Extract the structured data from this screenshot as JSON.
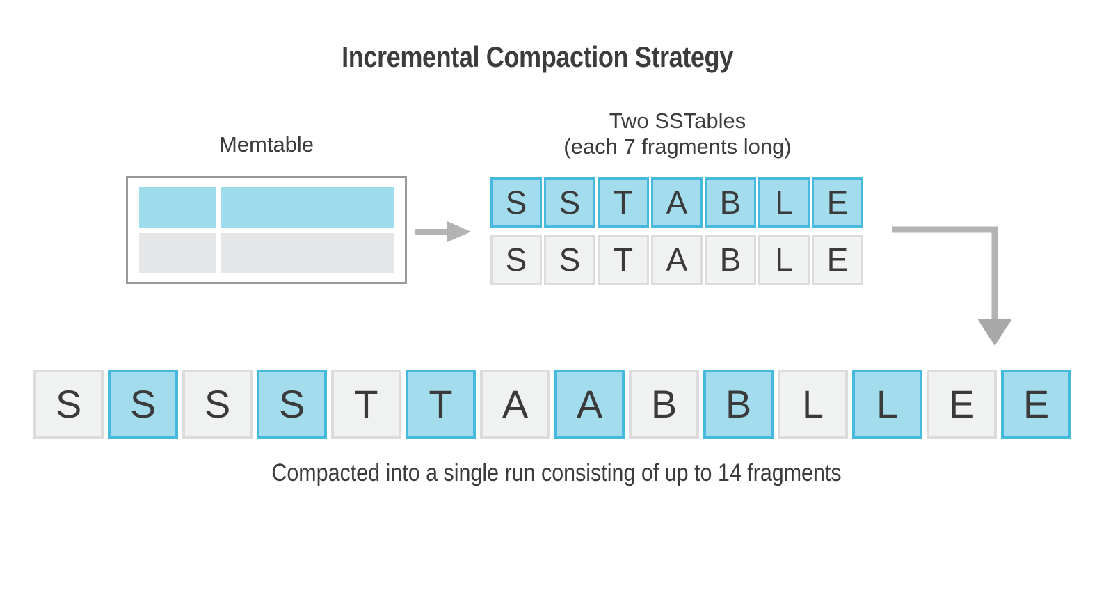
{
  "title": "Incremental Compaction Strategy",
  "memtable": {
    "label": "Memtable",
    "cells": [
      {
        "fill": "blue",
        "span": "narrow"
      },
      {
        "fill": "blue",
        "span": "wide"
      },
      {
        "fill": "gray",
        "span": "narrow"
      },
      {
        "fill": "gray",
        "span": "wide"
      }
    ]
  },
  "flow_arrow": {
    "icon": "arrow-right-icon",
    "color": "#B3B3B3"
  },
  "sstables": {
    "label_line1": "Two SSTables",
    "label_line2": "(each 7 fragments long)",
    "rows": [
      {
        "name": "sstable-row-1",
        "fill": "blue",
        "letters": [
          "S",
          "S",
          "T",
          "A",
          "B",
          "L",
          "E"
        ]
      },
      {
        "name": "sstable-row-2",
        "fill": "gray",
        "letters": [
          "S",
          "S",
          "T",
          "A",
          "B",
          "L",
          "E"
        ]
      }
    ]
  },
  "elbow_arrow": {
    "icon": "arrow-elbow-down-icon",
    "color": "#B3B3B3"
  },
  "compacted": {
    "caption": "Compacted into a single run consisting of up to 14 fragments",
    "cells": [
      {
        "letter": "S",
        "fill": "gray"
      },
      {
        "letter": "S",
        "fill": "blue"
      },
      {
        "letter": "S",
        "fill": "gray"
      },
      {
        "letter": "S",
        "fill": "blue"
      },
      {
        "letter": "T",
        "fill": "gray"
      },
      {
        "letter": "T",
        "fill": "blue"
      },
      {
        "letter": "A",
        "fill": "gray"
      },
      {
        "letter": "A",
        "fill": "blue"
      },
      {
        "letter": "B",
        "fill": "gray"
      },
      {
        "letter": "B",
        "fill": "blue"
      },
      {
        "letter": "L",
        "fill": "gray"
      },
      {
        "letter": "L",
        "fill": "blue"
      },
      {
        "letter": "E",
        "fill": "gray"
      },
      {
        "letter": "E",
        "fill": "blue"
      }
    ]
  },
  "colors": {
    "blue_fill": "#A3DCEC",
    "blue_border": "#45B9DE",
    "gray_fill": "#F0F1F1",
    "gray_border": "#DCDCDC",
    "memtable_blue": "#9FDCEE",
    "memtable_gray": "#E5E6E7",
    "memtable_border": "#9A9A9A",
    "arrow": "#B3B3B3",
    "text": "#3C3C3C"
  }
}
